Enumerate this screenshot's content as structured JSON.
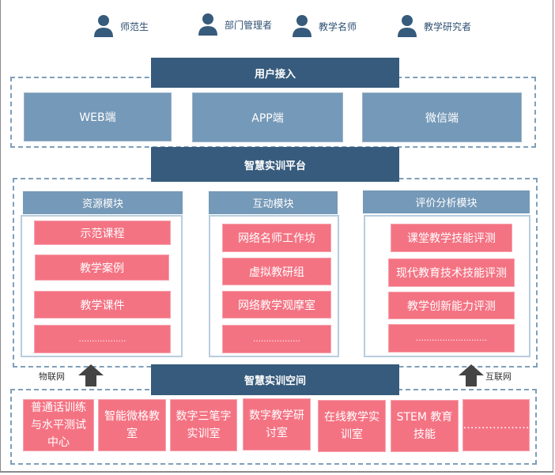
{
  "users": [
    {
      "label": "师范生",
      "icon": "user-icon"
    },
    {
      "label": "部门管理者",
      "icon": "user-icon"
    },
    {
      "label": "教学名师",
      "icon": "user-icon"
    },
    {
      "label": "教学研究者",
      "icon": "user-icon"
    }
  ],
  "user_access": {
    "title": "用户接入",
    "clients": [
      "WEB端",
      "APP端",
      "微信端"
    ]
  },
  "platform": {
    "title": "智慧实训平台",
    "modules": [
      {
        "title": "资源模块",
        "items": [
          "示范课程",
          "教学案例",
          "教学课件",
          "………………"
        ]
      },
      {
        "title": "互动模块",
        "items": [
          "网络名师工作坊",
          "虚拟教研组",
          "网络教学观摩室",
          "………………"
        ]
      },
      {
        "title": "评价分析模块",
        "items": [
          "课堂教学技能评测",
          "现代教育技术技能评测",
          "教学创新能力评测",
          "………………………"
        ]
      }
    ]
  },
  "connectors": {
    "left_label": "物联网",
    "right_label": "互联网"
  },
  "space": {
    "title": "智慧实训空间",
    "items": [
      "普通话训练与水平测试中心",
      "智能微格教室",
      "数字三笔字实训室",
      "数字教学研讨室",
      "在线教学实训室",
      "STEM 教育技能",
      "………………"
    ]
  },
  "colors": {
    "dark": "#365b7c",
    "medium": "#7599b8",
    "pink": "#f47383",
    "dash": "#7f9fbb"
  }
}
